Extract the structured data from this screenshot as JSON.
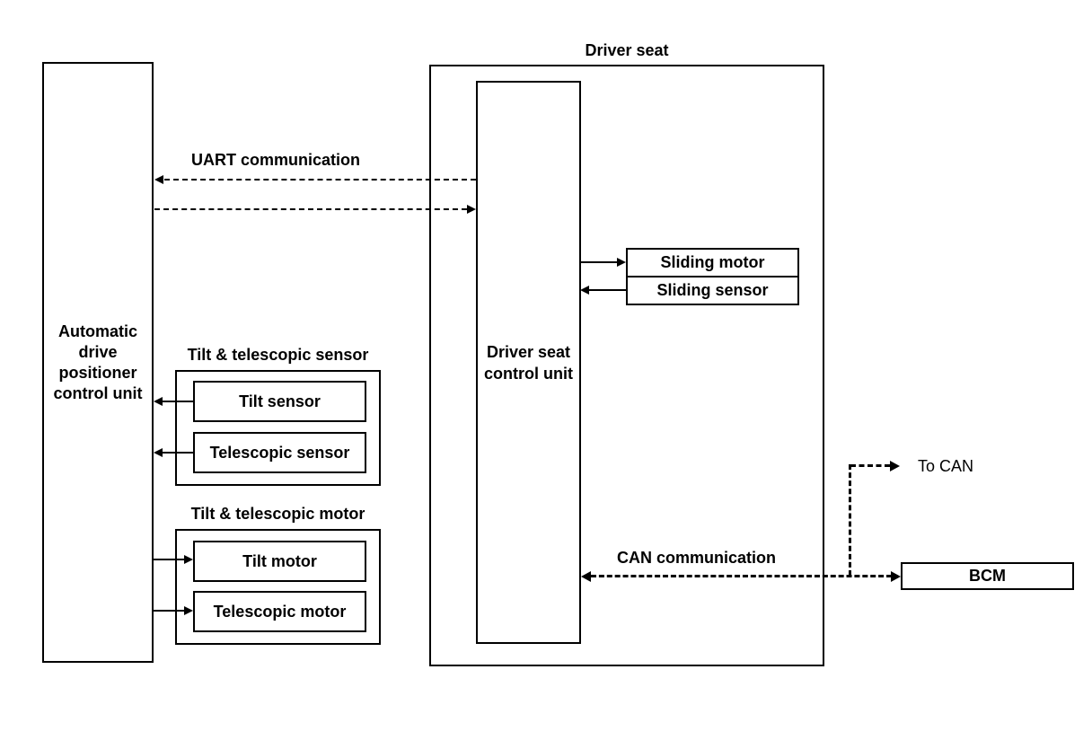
{
  "diagram": {
    "title": "Driver seat",
    "colors": {
      "line": "#000000",
      "background": "#ffffff"
    },
    "nodes": {
      "adp": {
        "label": "Automatic\ndrive\npositioner\ncontrol unit"
      },
      "dscu": {
        "label": "Driver seat\ncontrol unit"
      },
      "sliding_motor": {
        "label": "Sliding motor"
      },
      "sliding_sensor": {
        "label": "Sliding sensor"
      },
      "tilt_sensor_group": {
        "label": "Tilt & telescopic sensor"
      },
      "tilt_sensor": {
        "label": "Tilt sensor"
      },
      "telescopic_sensor": {
        "label": "Telescopic sensor"
      },
      "tilt_motor_group": {
        "label": "Tilt & telescopic motor"
      },
      "tilt_motor": {
        "label": "Tilt motor"
      },
      "telescopic_motor": {
        "label": "Telescopic motor"
      },
      "bcm": {
        "label": "BCM"
      }
    },
    "connections": {
      "uart": {
        "label": "UART communication",
        "style": "dashed",
        "direction": "bidirectional"
      },
      "can": {
        "label": "CAN communication",
        "style": "dashed-bold",
        "direction": "bidirectional"
      },
      "to_can": {
        "label": "To CAN",
        "style": "dashed-bold",
        "direction": "out"
      }
    }
  }
}
